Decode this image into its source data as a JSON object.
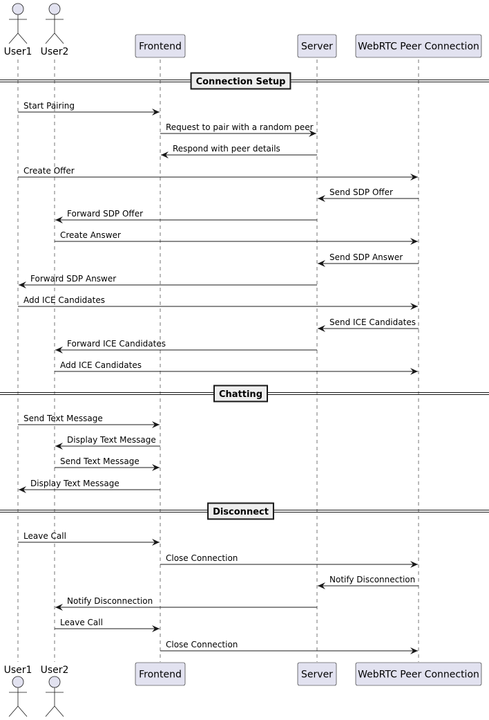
{
  "participants": [
    {
      "id": "user1",
      "label": "User1",
      "kind": "actor"
    },
    {
      "id": "user2",
      "label": "User2",
      "kind": "actor"
    },
    {
      "id": "frontend",
      "label": "Frontend",
      "kind": "box"
    },
    {
      "id": "server",
      "label": "Server",
      "kind": "box"
    },
    {
      "id": "webrtc",
      "label": "WebRTC Peer Connection",
      "kind": "box"
    }
  ],
  "sections": [
    {
      "title": "Connection Setup",
      "messages": [
        {
          "from": "user1",
          "to": "frontend",
          "text": "Start Pairing"
        },
        {
          "from": "frontend",
          "to": "server",
          "text": "Request to pair with a random peer"
        },
        {
          "from": "server",
          "to": "frontend",
          "text": "Respond with peer details"
        },
        {
          "from": "user1",
          "to": "webrtc",
          "text": "Create Offer"
        },
        {
          "from": "webrtc",
          "to": "server",
          "text": "Send SDP Offer"
        },
        {
          "from": "server",
          "to": "user2",
          "text": "Forward SDP Offer"
        },
        {
          "from": "user2",
          "to": "webrtc",
          "text": "Create Answer"
        },
        {
          "from": "webrtc",
          "to": "server",
          "text": "Send SDP Answer"
        },
        {
          "from": "server",
          "to": "user1",
          "text": "Forward SDP Answer"
        },
        {
          "from": "user1",
          "to": "webrtc",
          "text": "Add ICE Candidates"
        },
        {
          "from": "webrtc",
          "to": "server",
          "text": "Send ICE Candidates"
        },
        {
          "from": "server",
          "to": "user2",
          "text": "Forward ICE Candidates"
        },
        {
          "from": "user2",
          "to": "webrtc",
          "text": "Add ICE Candidates"
        }
      ]
    },
    {
      "title": "Chatting",
      "messages": [
        {
          "from": "user1",
          "to": "frontend",
          "text": "Send Text Message"
        },
        {
          "from": "frontend",
          "to": "user2",
          "text": "Display Text Message"
        },
        {
          "from": "user2",
          "to": "frontend",
          "text": "Send Text Message"
        },
        {
          "from": "frontend",
          "to": "user1",
          "text": "Display Text Message"
        }
      ]
    },
    {
      "title": "Disconnect",
      "messages": [
        {
          "from": "user1",
          "to": "frontend",
          "text": "Leave Call"
        },
        {
          "from": "frontend",
          "to": "webrtc",
          "text": "Close Connection"
        },
        {
          "from": "webrtc",
          "to": "server",
          "text": "Notify Disconnection"
        },
        {
          "from": "server",
          "to": "user2",
          "text": "Notify Disconnection"
        },
        {
          "from": "user2",
          "to": "frontend",
          "text": "Leave Call"
        },
        {
          "from": "frontend",
          "to": "webrtc",
          "text": "Close Connection"
        }
      ]
    }
  ],
  "colors": {
    "participant_fill": "#e2e2f0",
    "participant_border": "#181818",
    "lifeline": "#181818",
    "arrow": "#181818",
    "divider_fill": "#eeeeee"
  }
}
